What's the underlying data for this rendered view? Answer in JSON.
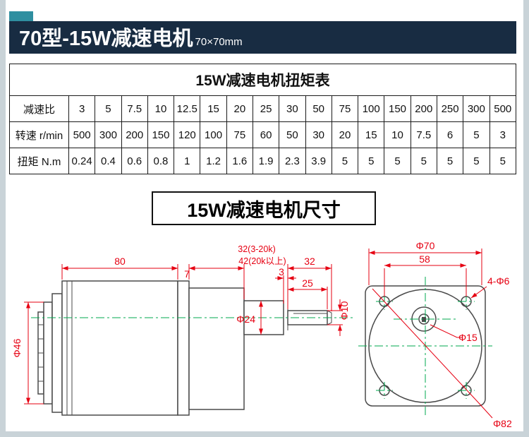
{
  "header": {
    "title": "70型-15W减速电机",
    "subtitle": "70×70mm"
  },
  "torque_table": {
    "title": "15W减速电机扭矩表",
    "rows": [
      {
        "label": "减速比",
        "values": [
          "3",
          "5",
          "7.5",
          "10",
          "12.5",
          "15",
          "20",
          "25",
          "30",
          "50",
          "75",
          "100",
          "150",
          "200",
          "250",
          "300",
          "500"
        ]
      },
      {
        "label": "转速 r/min",
        "values": [
          "500",
          "300",
          "200",
          "150",
          "120",
          "100",
          "75",
          "60",
          "50",
          "30",
          "20",
          "15",
          "10",
          "7.5",
          "6",
          "5",
          "3"
        ]
      },
      {
        "label": "扭矩 N.m",
        "values": [
          "0.24",
          "0.4",
          "0.6",
          "0.8",
          "1",
          "1.2",
          "1.6",
          "1.9",
          "2.3",
          "3.9",
          "5",
          "5",
          "5",
          "5",
          "5",
          "5",
          "5"
        ]
      }
    ]
  },
  "dimensions_section": {
    "title": "15W减速电机尺寸"
  },
  "drawing": {
    "side": {
      "body_length": "80",
      "plate_width": "7",
      "gearhead_len_3_20k": "32(3-20k)",
      "gearhead_len_20k": "42(20k以上)",
      "output_len": "32",
      "step_len": "3",
      "shaft_len": "25",
      "boss_dia": "Φ24",
      "shaft_dia": "Φ10",
      "rear_dia": "Φ46"
    },
    "front": {
      "outer_dia": "Φ70",
      "hole_pitch": "58",
      "mount_holes": "4-Φ6",
      "boss_dia": "Φ15",
      "bolt_circle_dia": "Φ82"
    }
  },
  "colors": {
    "banner_bg": "#182c42",
    "accent_teal": "#2f8fa0",
    "dimension_red": "#e60012",
    "centerline_green": "#00a94f"
  }
}
